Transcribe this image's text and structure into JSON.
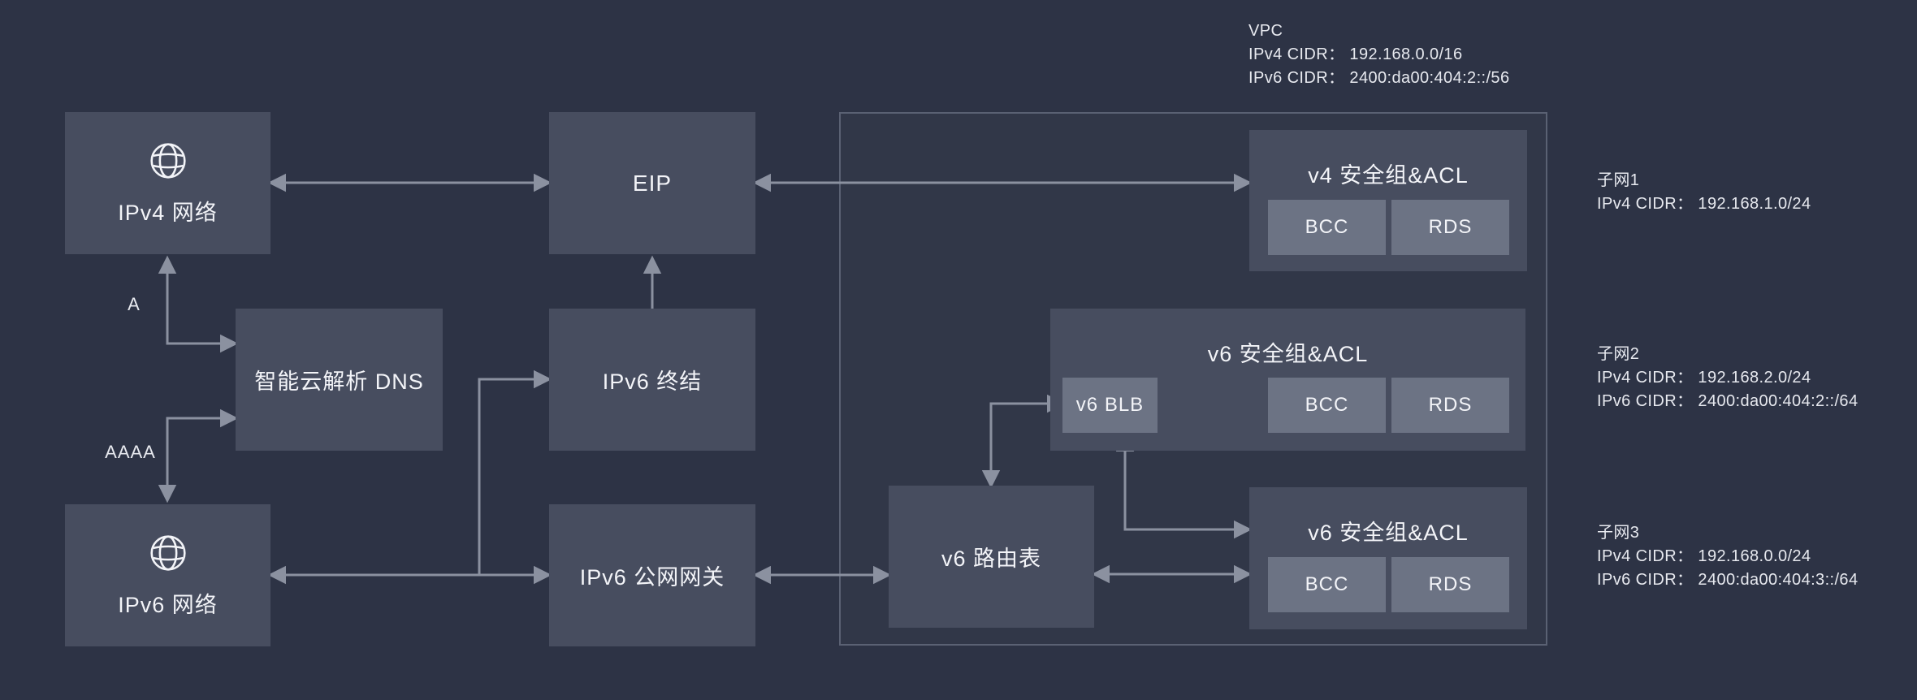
{
  "vpc_label": {
    "title": "VPC",
    "ipv4": "IPv4 CIDR： 192.168.0.0/16",
    "ipv6": "IPv6 CIDR： 2400:da00:404:2::/56"
  },
  "nodes": {
    "ipv4_network": {
      "label": "IPv4 网络",
      "icon": "globe-icon"
    },
    "dns": {
      "label": "智能云解析 DNS"
    },
    "ipv6_network": {
      "label": "IPv6 网络",
      "icon": "globe-icon"
    },
    "eip": {
      "label": "EIP"
    },
    "ipv6_termination": {
      "label": "IPv6 终结"
    },
    "ipv6_gateway": {
      "label": "IPv6 公网网关"
    },
    "v6_route_table": {
      "label": "v6 路由表"
    },
    "v4_sg": {
      "title": "v4 安全组&ACL",
      "bcc": "BCC",
      "rds": "RDS"
    },
    "v6_sg_subnet2": {
      "title": "v6 安全组&ACL",
      "blb": "v6 BLB",
      "bcc": "BCC",
      "rds": "RDS"
    },
    "v6_sg_subnet3": {
      "title": "v6 安全组&ACL",
      "bcc": "BCC",
      "rds": "RDS"
    }
  },
  "edge_labels": {
    "a_record": "A",
    "aaaa_record": "AAAA"
  },
  "subnets": [
    {
      "name": "子网1",
      "line1": "IPv4 CIDR： 192.168.1.0/24",
      "line2": ""
    },
    {
      "name": "子网2",
      "line1": "IPv4 CIDR： 192.168.2.0/24",
      "line2": "IPv6 CIDR： 2400:da00:404:2::/64"
    },
    {
      "name": "子网3",
      "line1": "IPv4 CIDR： 192.168.0.0/24",
      "line2": "IPv6 CIDR： 2400:da00:404:3::/64"
    }
  ],
  "colors": {
    "bg": "#2d3345",
    "node": "#474d5f",
    "chip": "#6c7384",
    "arrow": "#8b91a0",
    "vpc-border": "#5a6173",
    "text": "#f3f4f8",
    "annot": "#e7e9ef"
  }
}
